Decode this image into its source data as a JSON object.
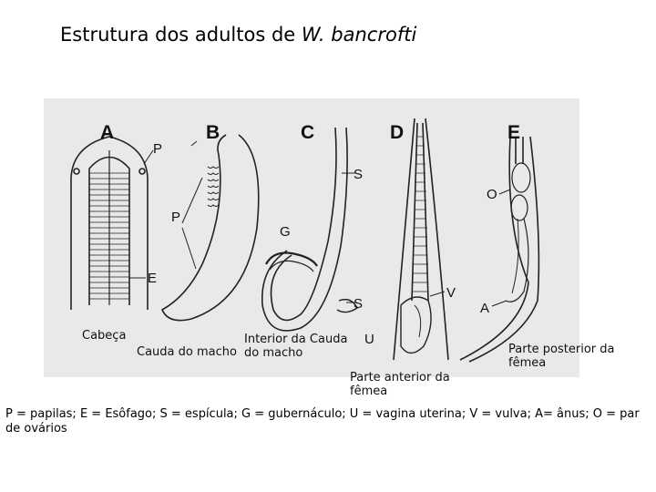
{
  "title": {
    "text": "Estrutura dos adultos de ",
    "species": "W. bancrofti"
  },
  "panels": [
    {
      "letter": "A",
      "caption": "Cabeça"
    },
    {
      "letter": "B",
      "caption": "Cauda do macho"
    },
    {
      "letter": "C",
      "caption": "Interior da Cauda\ndo macho"
    },
    {
      "letter": "D",
      "caption": "Parte anterior da\nfêmea"
    },
    {
      "letter": "E",
      "caption": "Parte posterior da\nfêmea"
    }
  ],
  "part_labels": {
    "P": "P",
    "E": "E",
    "S": "S",
    "G": "G",
    "U": "U",
    "V": "V",
    "A": "A",
    "O": "O"
  },
  "legend": "P = papilas; E = Esôfago; S = espícula; G = gubernáculo; U = vagina uterina; V = vulva; A= ânus; O = par de ovários"
}
